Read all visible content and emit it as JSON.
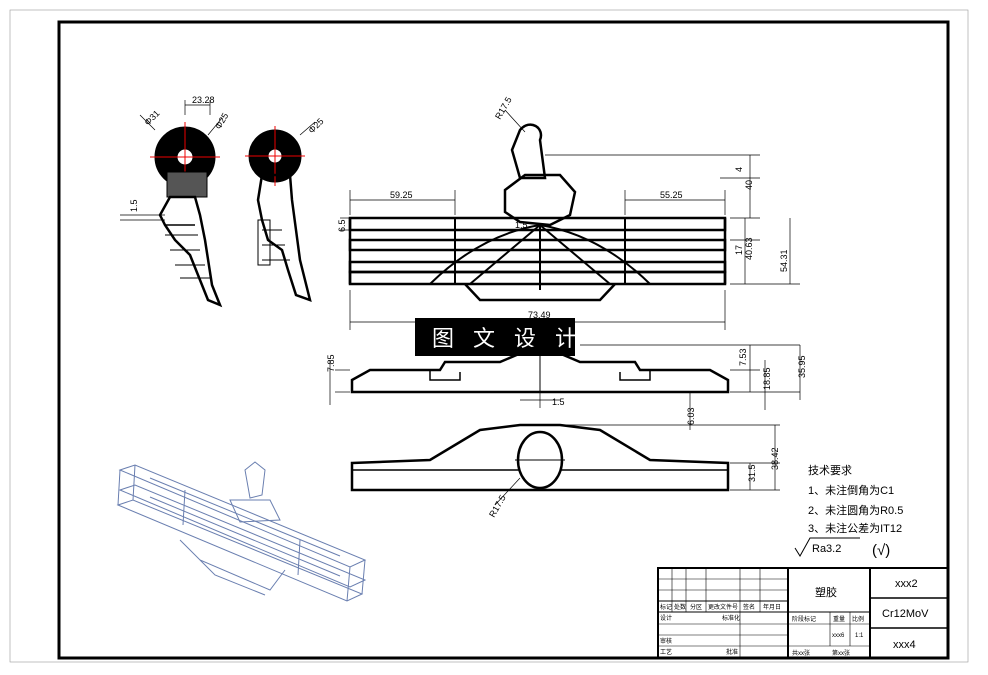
{
  "watermark": "图 文 设 计",
  "dimensions": {
    "d_23_28": "23.28",
    "d_phi31": "Φ31",
    "d_phi25a": "Φ25",
    "d_phi25b": "Φ25",
    "d_1_5_left": "1.5",
    "d_r17_5_top": "R17.5",
    "d_4": "4",
    "d_40": "40",
    "d_59_25": "59.25",
    "d_55_25": "55.25",
    "d_6_5": "6.5",
    "d_1_5_mid": "1.5",
    "d_17": "17",
    "d_40_63": "40.63",
    "d_54_31": "54.31",
    "d_73_49": "73.49",
    "d_7_85": "7.85",
    "d_7_53": "7.53",
    "d_18_85": "18.85",
    "d_35_95": "35.95",
    "d_1_5_bottom": "1.5",
    "d_6_03": "6.03",
    "d_31_5": "31.5",
    "d_38_42": "38.42",
    "d_r17_5_bottom": "R17.5"
  },
  "requirements": {
    "title": "技术要求",
    "items": [
      "1、未注倒角为C1",
      "2、未注圆角为R0.5",
      "3、未注公差为IT12"
    ],
    "roughness": "Ra3.2",
    "roughness_note": "(√)"
  },
  "title_block": {
    "part_name": "塑胶",
    "drawing_no": "xxx2",
    "material": "Cr12MoV",
    "company": "xxx4",
    "h_mark": "标记",
    "h_count": "处数",
    "h_zone": "分区",
    "h_change": "更改文件号",
    "h_sign": "签名",
    "h_date": "年月日",
    "h_design": "设计",
    "h_standard": "标准化",
    "h_stage": "阶段标记",
    "h_weight": "重量",
    "h_scale": "比例",
    "h_check": "审核",
    "h_process": "工艺",
    "h_approve": "批准",
    "weight_val": "xxx6",
    "scale_val": "1:1",
    "sheets": "共xx张",
    "sheet_no": "第xx张"
  }
}
